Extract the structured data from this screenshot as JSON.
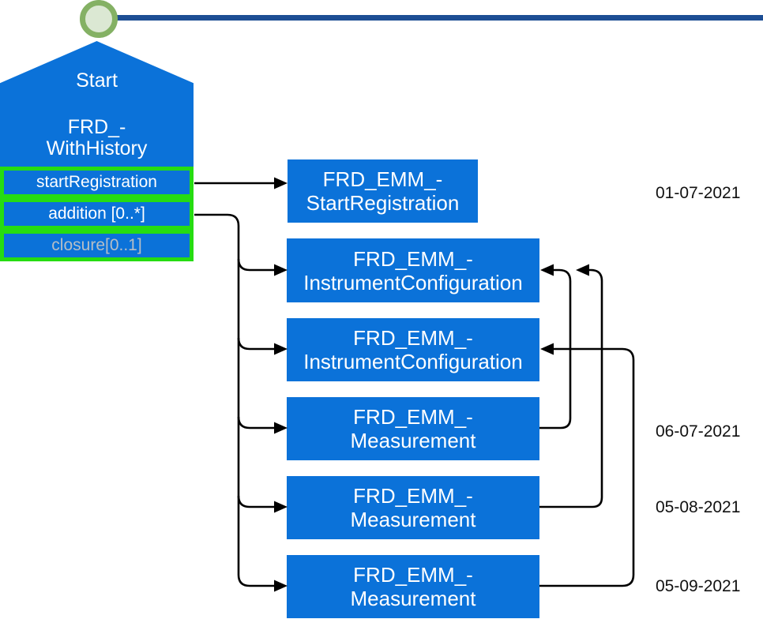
{
  "start_node": {
    "title": "Start",
    "name_line1": "FRD_-",
    "name_line2": "WithHistory",
    "operations": [
      {
        "label": "startRegistration"
      },
      {
        "label": "addition [0..*]"
      },
      {
        "label": "closure[0..1]"
      }
    ]
  },
  "events": [
    {
      "line1": "FRD_EMM_-",
      "line2": "StartRegistration"
    },
    {
      "line1": "FRD_EMM_-",
      "line2": "InstrumentConfiguration"
    },
    {
      "line1": "FRD_EMM_-",
      "line2": "InstrumentConfiguration"
    },
    {
      "line1": "FRD_EMM_-",
      "line2": "Measurement"
    },
    {
      "line1": "FRD_EMM_-",
      "line2": "Measurement"
    },
    {
      "line1": "FRD_EMM_-",
      "line2": "Measurement"
    }
  ],
  "dates": [
    "01-07-2021",
    "06-07-2021",
    "05-08-2021",
    "05-09-2021"
  ],
  "colors": {
    "box_blue": "#0b72d9",
    "timeline_navy": "#1d4e94",
    "operation_border_green": "#26dc12",
    "circle_fill": "#dbe8d3",
    "circle_border": "#84b164",
    "muted_label": "#b6bec6",
    "connector_black": "#000000"
  }
}
